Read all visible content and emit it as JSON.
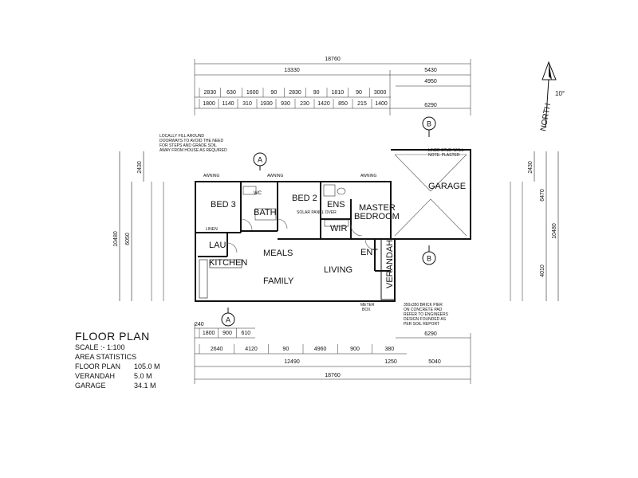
{
  "legend": {
    "title": "FLOOR PLAN",
    "scale": "SCALE :- 1:100",
    "stats_heading": "AREA STATISTICS",
    "rows": [
      {
        "label": "FLOOR PLAN",
        "value": "105.0 M"
      },
      {
        "label": "VERANDAH",
        "value": "5.0 M"
      },
      {
        "label": "GARAGE",
        "value": "34.1 M"
      }
    ]
  },
  "rooms": {
    "bed3": "BED 3",
    "bath": "BATH",
    "bed2": "BED 2",
    "ens": "ENS",
    "wir": "WIR",
    "master1": "MASTER",
    "master2": "BEDROOM",
    "garage": "GARAGE",
    "meals": "MEALS",
    "family": "FAMILY",
    "living": "LIVING",
    "kitchen": "KITCHEN",
    "lau": "LAU",
    "ent": "ENT",
    "verandah": "VERANDAH",
    "linen": "LINEN",
    "wc": "WC",
    "solar": "SOLAR PANEL OVER"
  },
  "section_markers": {
    "a": "A",
    "b": "B"
  },
  "north": {
    "label": "NORTH",
    "angle": "10°"
  },
  "notes": {
    "note1": "LOCALLY FILL AROUND",
    "note2": "DOORWAYS TO AVOID THE NEED",
    "note3": "FOR STEPS AND GRADE SOIL",
    "note4": "AWAY FROM HOUSE AS REQUIRED",
    "garage_note1": "LINED STUD WALL",
    "garage_note2": "NOTE: PLASTER",
    "pier1": "350x350 BRICK PIER",
    "pier2": "ON CONCRETE PAD",
    "pier3": "REFER TO ENGINEERS",
    "pier4": "DESIGN FOUNDED AS",
    "pier5": "PER SOIL REPORT",
    "meter": "METER",
    "box": "BOX",
    "awning": "AWNING"
  },
  "dims_top": {
    "overall": "18760",
    "left": "13330",
    "right": "5430",
    "r2": "4950",
    "r3": "6290",
    "row2": [
      "2830",
      "630",
      "1600",
      "90",
      "2830",
      "90",
      "1810",
      "90",
      "3000"
    ],
    "row3": [
      "1800",
      "1140",
      "310",
      "1930",
      "930",
      "230",
      "1420",
      "850",
      "215",
      "1400"
    ]
  },
  "dims_bottom": {
    "row1": [
      "1800",
      "900",
      "610"
    ],
    "row2": [
      "2640",
      "4120",
      "90",
      "4960",
      "900",
      "380"
    ],
    "row3": [
      "12490",
      "1250",
      "5040"
    ],
    "overall": "18760",
    "right": "6290",
    "v240": "240"
  },
  "dims_left": {
    "a": "10480",
    "b": "6050",
    "c": "2430"
  },
  "dims_right": {
    "a": "10480",
    "b": "6470",
    "c": "2430",
    "d": "4010"
  }
}
